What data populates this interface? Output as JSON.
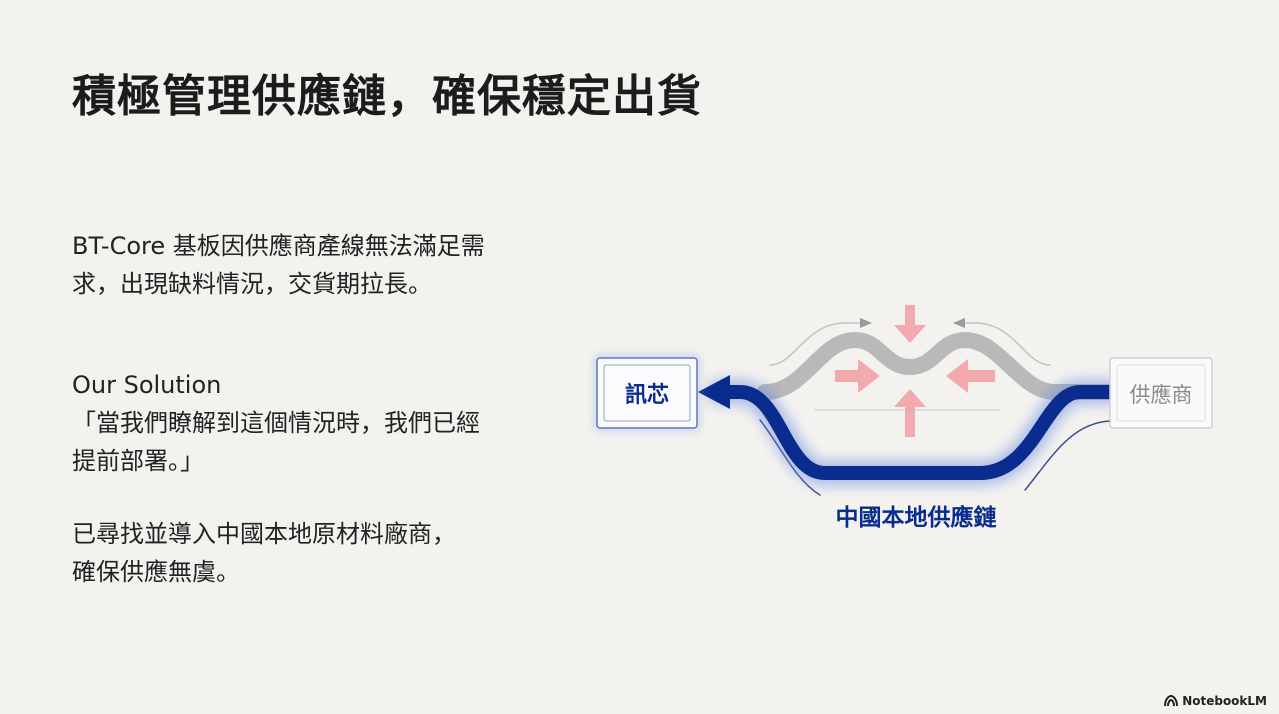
{
  "slide": {
    "title": "積極管理供應鏈，確保穩定出貨"
  },
  "content": {
    "problem_line1": "BT-Core 基板因供應商產線無法滿足需",
    "problem_line2": "求，出現缺料情況，交貨期拉長。",
    "solution_label": "Our Solution",
    "quote_line1": "「當我們瞭解到這個情況時，我們已經",
    "quote_line2": "提前部署。」",
    "action_line1": "已尋找並導入中國本地原材料廠商，",
    "action_line2": "確保供應無虞。"
  },
  "diagram": {
    "target_label": "訊芯",
    "source_label": "供應商",
    "route_label": "中國本地供應鏈",
    "colors": {
      "primary": "#0b2c8f",
      "blocked": "#b9b9b9",
      "pressure": "#f2a3a8",
      "box_border": "#5a78c8"
    }
  },
  "footer": {
    "brand": "NotebookLM",
    "brand_icon": "notebooklm-logo-icon"
  }
}
